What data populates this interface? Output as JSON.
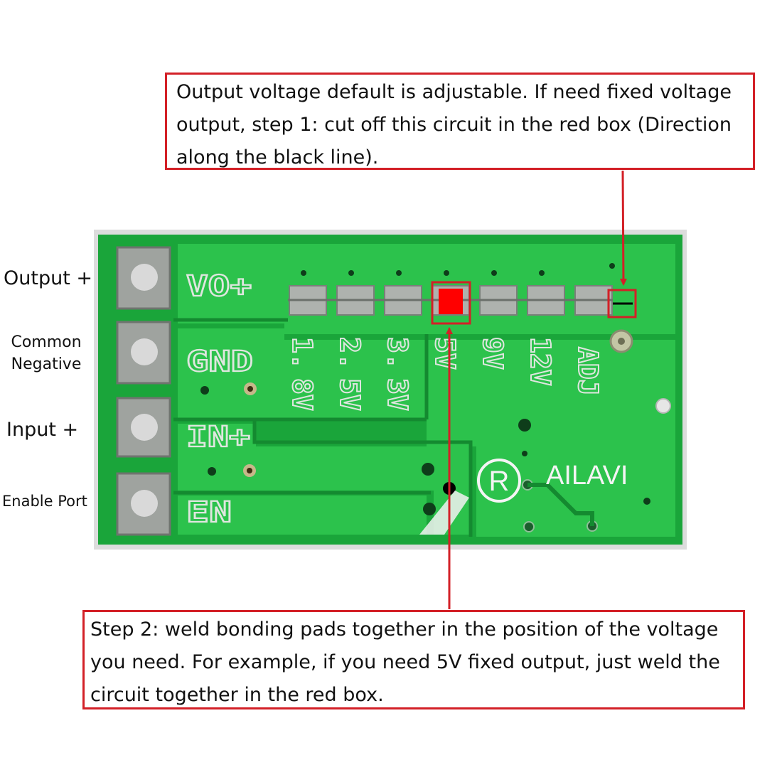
{
  "callout_top": {
    "lines": [
      "Output voltage default is adjustable. If need fixed voltage",
      "output, step 1: cut off this circuit in the red box (Direction",
      "along the black line)."
    ]
  },
  "callout_bottom": {
    "lines": [
      "Step 2: weld bonding pads together in the position of the voltage",
      "you need. For example, if you need 5V fixed output, just weld the",
      "circuit together in the red box."
    ]
  },
  "side_labels": {
    "output": "Output +",
    "common": "Common",
    "negative": "Negative",
    "input": "Input +",
    "enable": "Enable Port"
  },
  "pin_labels": {
    "vo": "VO+",
    "gnd": "GND",
    "in": "IN+",
    "en": "EN"
  },
  "voltage_labels": {
    "v18": [
      "1.",
      "8V"
    ],
    "v25": [
      "2.",
      "5V"
    ],
    "v33": [
      "3.",
      "3V"
    ],
    "v5": [
      "5V"
    ],
    "v9": [
      "9V"
    ],
    "v12": [
      "12V"
    ],
    "adj": [
      "ADJ"
    ]
  },
  "brand": "AILAVI",
  "registered_mark": "R",
  "colors": {
    "pcb_green": "#1aa53a",
    "trace_green": "#2cc24c",
    "silkscreen": "#dfe6df",
    "callout_red": "#d32027",
    "solder_fill": "#ff0000"
  }
}
